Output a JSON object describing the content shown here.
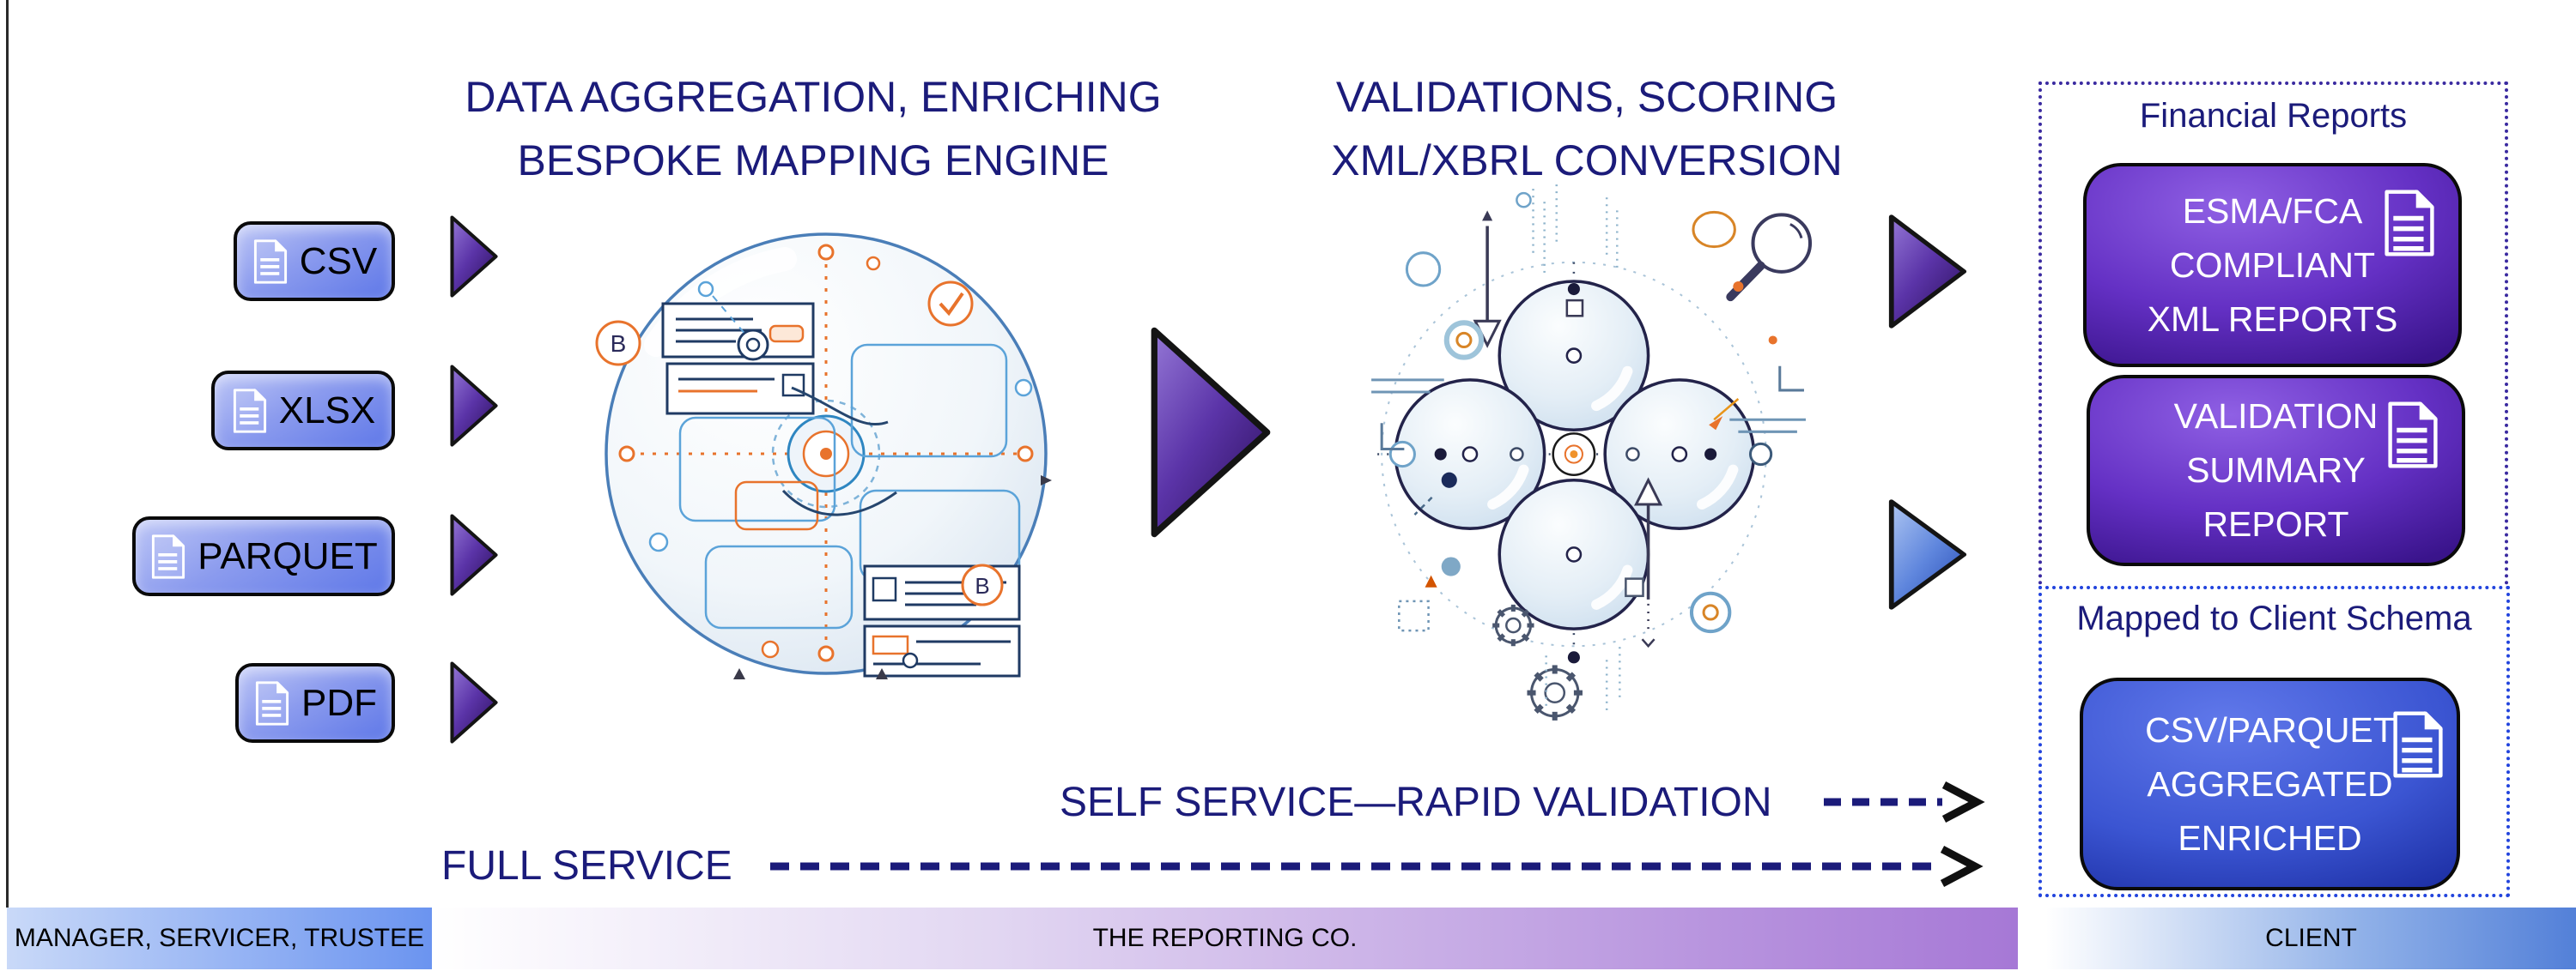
{
  "stage_titles": {
    "mapping": {
      "line1": "DATA AGGREGATION, ENRICHING",
      "line2": "BESPOKE MAPPING ENGINE"
    },
    "validation": {
      "line1": "VALIDATIONS, SCORING",
      "line2": "XML/XBRL CONVERSION"
    }
  },
  "input_badges": [
    {
      "label": "CSV"
    },
    {
      "label": "XLSX"
    },
    {
      "label": "PARQUET"
    },
    {
      "label": "PDF"
    }
  ],
  "outputs": {
    "financial": {
      "title": "Financial Reports",
      "boxes": [
        {
          "line1": "ESMA/FCA",
          "line2": "COMPLIANT",
          "line3": "XML REPORTS"
        },
        {
          "line1": "VALIDATION",
          "line2": "SUMMARY",
          "line3": "REPORT"
        }
      ]
    },
    "client": {
      "title": "Mapped to Client Schema",
      "boxes": [
        {
          "line1": "CSV/PARQUET",
          "line2": "AGGREGATED",
          "line3": "ENRICHED"
        }
      ]
    }
  },
  "service_lanes": {
    "self_service": {
      "label": "SELF SERVICE—RAPID VALIDATION"
    },
    "full_service": {
      "label": "FULL SERVICE"
    }
  },
  "footer": {
    "left": {
      "label": "MANAGER, SERVICER, TRUSTEE"
    },
    "middle": {
      "label": "THE REPORTING CO."
    },
    "right": {
      "label": "CLIENT"
    }
  },
  "illustration_glyphs": {
    "badge_letter": "B"
  },
  "icons": {
    "document": "document-icon",
    "flow_arrow": "triangle-right-arrow",
    "magnifier": "search-icon",
    "gear": "gear-icon",
    "check": "check-icon"
  },
  "colors": {
    "navy_text": "#1b1b7a",
    "badge_gradient_start": "#bcc5f6",
    "badge_gradient_end": "#5f78e8",
    "purple_arrow_start": "#9477d6",
    "purple_arrow_end": "#2f1260",
    "blue_arrow_start": "#aec6f2",
    "blue_arrow_end": "#2b50b8",
    "report_purple_light": "#8f60e4",
    "report_purple_dark": "#2a0d66",
    "report_blue_light": "#6078ea",
    "report_blue_dark": "#12207e",
    "financial_panel_border": "#3a2aa0",
    "client_panel_border": "#2244dd",
    "footer_left_start": "#c9d9f8",
    "footer_left_end": "#6b94f0",
    "footer_middle_start": "#ffffff",
    "footer_middle_end": "#a678d6",
    "footer_right_start": "#ffffff",
    "footer_right_end": "#5380d8"
  }
}
